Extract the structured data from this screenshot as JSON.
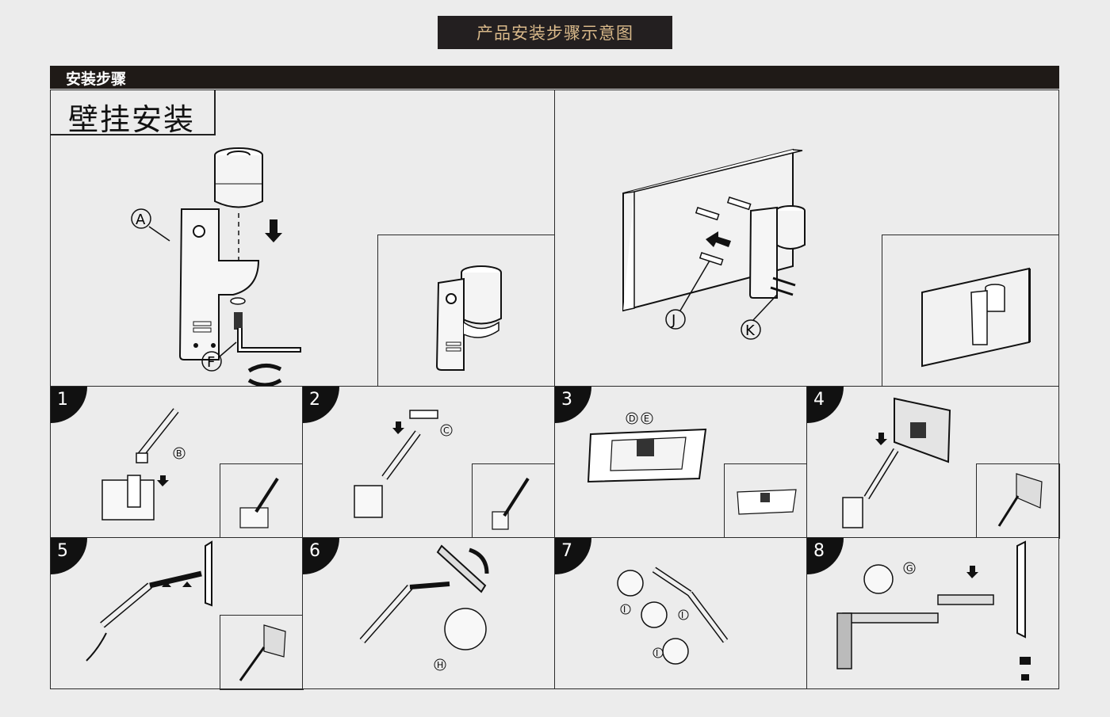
{
  "page_title": "产品安装步骤示意图",
  "section_title": "安装步骤",
  "wall_mount_label": "壁挂安装",
  "callouts": {
    "A": "A",
    "B": "B",
    "C": "C",
    "D": "D",
    "E": "E",
    "F": "F",
    "G": "G",
    "H": "H",
    "I": "I",
    "J": "J",
    "K": "K"
  },
  "steps": [
    {
      "number": "1"
    },
    {
      "number": "2"
    },
    {
      "number": "3"
    },
    {
      "number": "4"
    },
    {
      "number": "5"
    },
    {
      "number": "6"
    },
    {
      "number": "7"
    },
    {
      "number": "8"
    }
  ],
  "colors": {
    "title_bg": "#231f20",
    "title_text": "#d9b98a",
    "header_bg": "#1f1a17",
    "background": "#ececec",
    "line": "#2a2a2a"
  }
}
